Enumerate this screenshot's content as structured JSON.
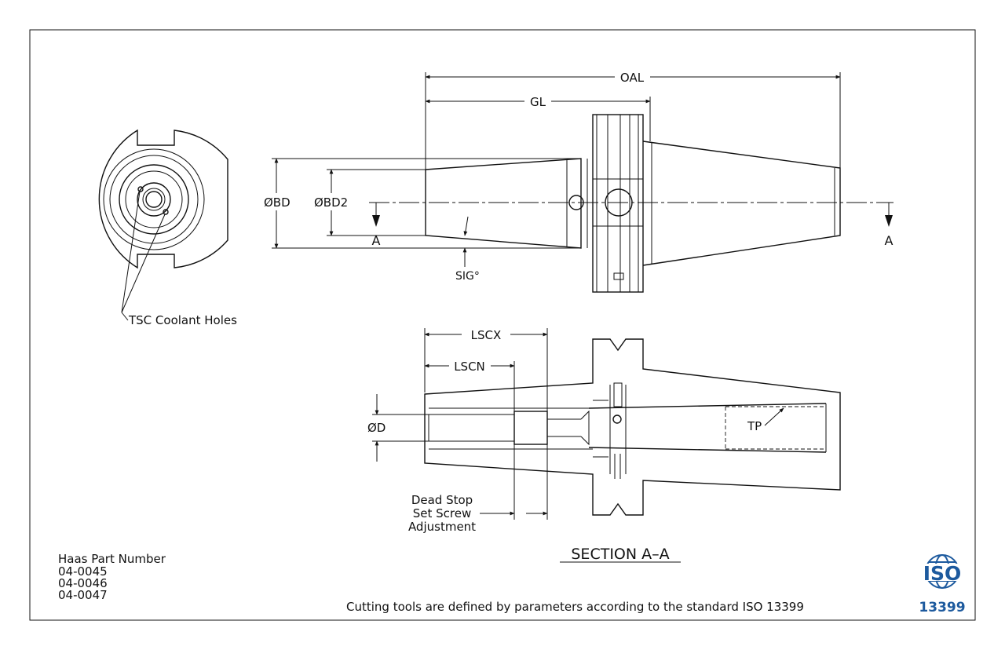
{
  "dimensions": {
    "oal": "OAL",
    "gl": "GL",
    "bd": "ØBD",
    "bd2": "ØBD2",
    "sig": "SIG°",
    "section_letter": "A",
    "lscx": "LSCX",
    "lscn": "LSCN",
    "d": "ØD",
    "tp": "TP"
  },
  "labels": {
    "coolant_holes": "TSC Coolant Holes",
    "dead_stop_line1": "Dead Stop",
    "dead_stop_line2": "Set Screw",
    "dead_stop_line3": "Adjustment",
    "section_title": "SECTION A–A"
  },
  "part_numbers": {
    "heading": "Haas Part Number",
    "items": [
      "04-0045",
      "04-0046",
      "04-0047"
    ]
  },
  "footer": {
    "note": "Cutting tools are defined by parameters according to the standard ISO 13399",
    "logo_top": "ISO",
    "logo_bottom": "13399"
  }
}
